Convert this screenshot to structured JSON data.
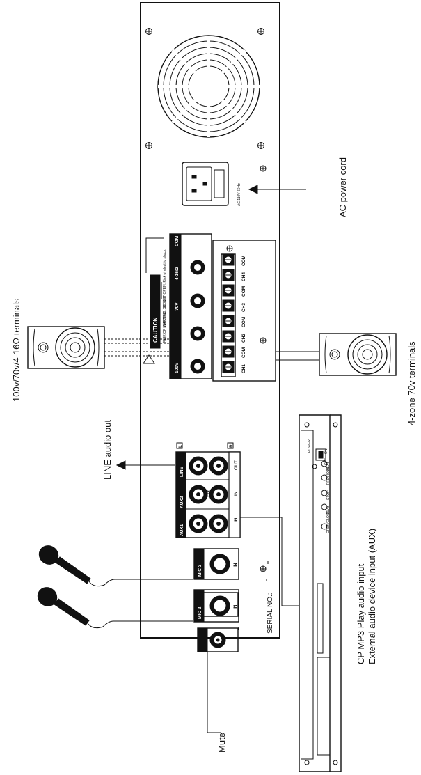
{
  "labels": {
    "speaker_terminals": "100v/70v/4-16Ω terminals",
    "ac_power": "AC power cord",
    "zone_terminals": "4-zone 70v terminals",
    "line_out": "LINE audio out",
    "cp_mp3": "CP MP3 Play audio input",
    "ext_aux": "External audio device input (AUX)",
    "mute": "Mute"
  },
  "panel": {
    "ac_rating": "AC 110V 60Hz",
    "caution_title": "CAUTION",
    "caution_sub": "RISK OF ELECTRIC SHOCK",
    "warning_text": "WARNING: DO NOT OPEN. Risk of electric shock.",
    "serial": "SERIAL NO.:",
    "terminals": [
      "100V",
      "70V",
      "4-16Ω",
      "COM"
    ],
    "zones": [
      "CH1",
      "COM",
      "CH2",
      "COM",
      "CH3",
      "COM",
      "CH4",
      "COM"
    ],
    "inputs": {
      "aux1": "AUX1",
      "aux2": "AUX2",
      "line": "LINE",
      "in1": "IN",
      "in2": "IN",
      "out": "OUT",
      "l": "L",
      "r": "R",
      "mic3": "MIC 3",
      "mic3_in": "IN",
      "mic2": "MIC 2",
      "mic2_in": "IN",
      "mute": "MUTE"
    }
  },
  "player": {
    "buttons": [
      "OPEN/CLOSE",
      "PLAY",
      "STOP",
      "PREVIOUS",
      "NEXT"
    ],
    "power": "POWER",
    "on": "ON",
    "off": "OFF"
  }
}
